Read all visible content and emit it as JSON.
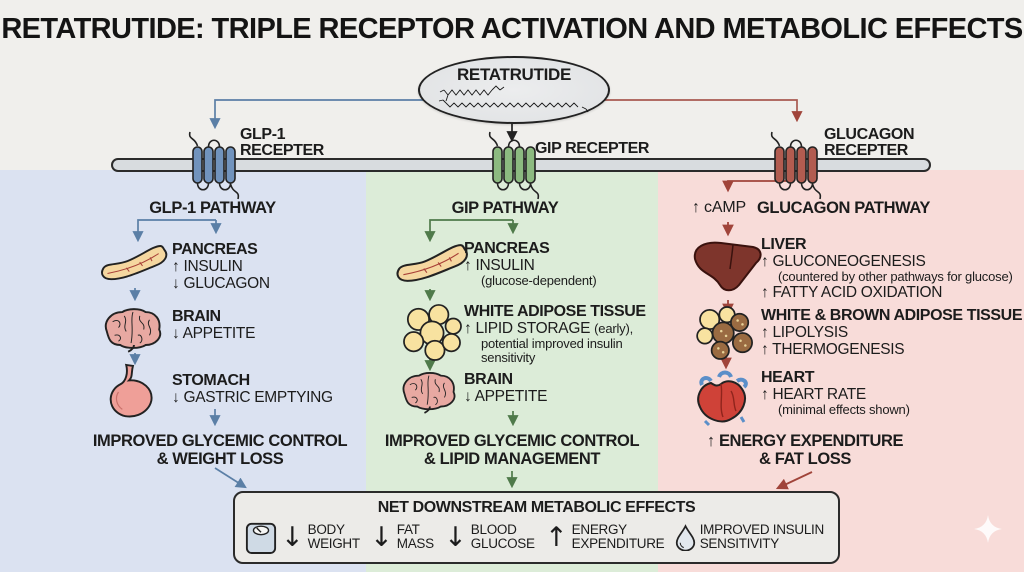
{
  "title": "RETATRUTIDE: TRIPLE RECEPTOR ACTIVATION AND METABOLIC EFFECTS",
  "drug_label": "RETATRUTIDE",
  "receptors": {
    "glp1": {
      "line1": "GLP-1",
      "line2": "RECEPTER"
    },
    "gip": {
      "line1": "GIP RECEPTER"
    },
    "glucagon": {
      "line1": "GLUCAGON",
      "line2": "RECEPTER"
    }
  },
  "glp1": {
    "heading": "GLP-1 PATHWAY",
    "pancreas_title": "PANCREAS",
    "pancreas_line1": "↑ INSULIN",
    "pancreas_line2": "↓ GLUCAGON",
    "brain_title": "BRAIN",
    "brain_line1": "↓ APPETITE",
    "stomach_title": "STOMACH",
    "stomach_line1": "↓ GASTRIC EMPTYING",
    "outcome_line1": "IMPROVED GLYCEMIC CONTROL",
    "outcome_line2": "& WEIGHT LOSS"
  },
  "gip": {
    "heading": "GIP PATHWAY",
    "pancreas_title": "PANCREAS",
    "pancreas_line1": "↑ INSULIN",
    "pancreas_sub": "(glucose-dependent)",
    "adipose_title": "WHITE ADIPOSE TISSUE",
    "adipose_line1a": "↑ LIPID STORAGE",
    "adipose_line1b": "(early),",
    "adipose_line2": "potential improved insulin",
    "adipose_line3": "sensitivity",
    "brain_title": "BRAIN",
    "brain_line1": "↓ APPETITE",
    "outcome_line1": "IMPROVED GLYCEMIC CONTROL",
    "outcome_line2": "& LIPID MANAGEMENT"
  },
  "glucagon": {
    "camp": "↑ cAMP",
    "heading": "GLUCAGON PATHWAY",
    "liver_title": "LIVER",
    "liver_line1": "↑ GLUCONEOGENESIS",
    "liver_sub": "(countered by other pathways for glucose)",
    "liver_line3": "↑ FATTY ACID OXIDATION",
    "adipose_title": "WHITE & BROWN ADIPOSE TISSUE",
    "adipose_line1": "↑ LIPOLYSIS",
    "adipose_line2": "↑ THERMOGENESIS",
    "heart_title": "HEART",
    "heart_line1": "↑ HEART RATE",
    "heart_sub": "(minimal effects shown)",
    "outcome_line1": "↑ ENERGY EXPENDITURE",
    "outcome_line2": "& FAT LOSS"
  },
  "net_effects": {
    "heading": "NET DOWNSTREAM METABOLIC EFFECTS",
    "items": [
      {
        "arrow": "↓",
        "line1": "BODY",
        "line2": "WEIGHT"
      },
      {
        "arrow": "↓",
        "line1": "FAT",
        "line2": "MASS"
      },
      {
        "arrow": "↓",
        "line1": "BLOOD",
        "line2": "GLUCOSE"
      },
      {
        "arrow": "↑",
        "line1": "ENERGY",
        "line2": "EXPENDITURE"
      },
      {
        "line1": "IMPROVED INSULIN",
        "line2": "SENSITIVITY"
      }
    ]
  },
  "colors": {
    "background_top": "#f0efec",
    "glp1_column": "#dbe2f1",
    "gip_column": "#dcecd8",
    "glucagon_column": "#f8dcd9",
    "glp1_accent": "#5b7fa6",
    "gip_accent": "#4f7a4a",
    "glucagon_accent": "#a0443a",
    "glp1_receptor": "#7193bd",
    "gip_receptor": "#8cba80",
    "glucagon_receptor": "#b25c50",
    "membrane": "#d8dcdf"
  }
}
